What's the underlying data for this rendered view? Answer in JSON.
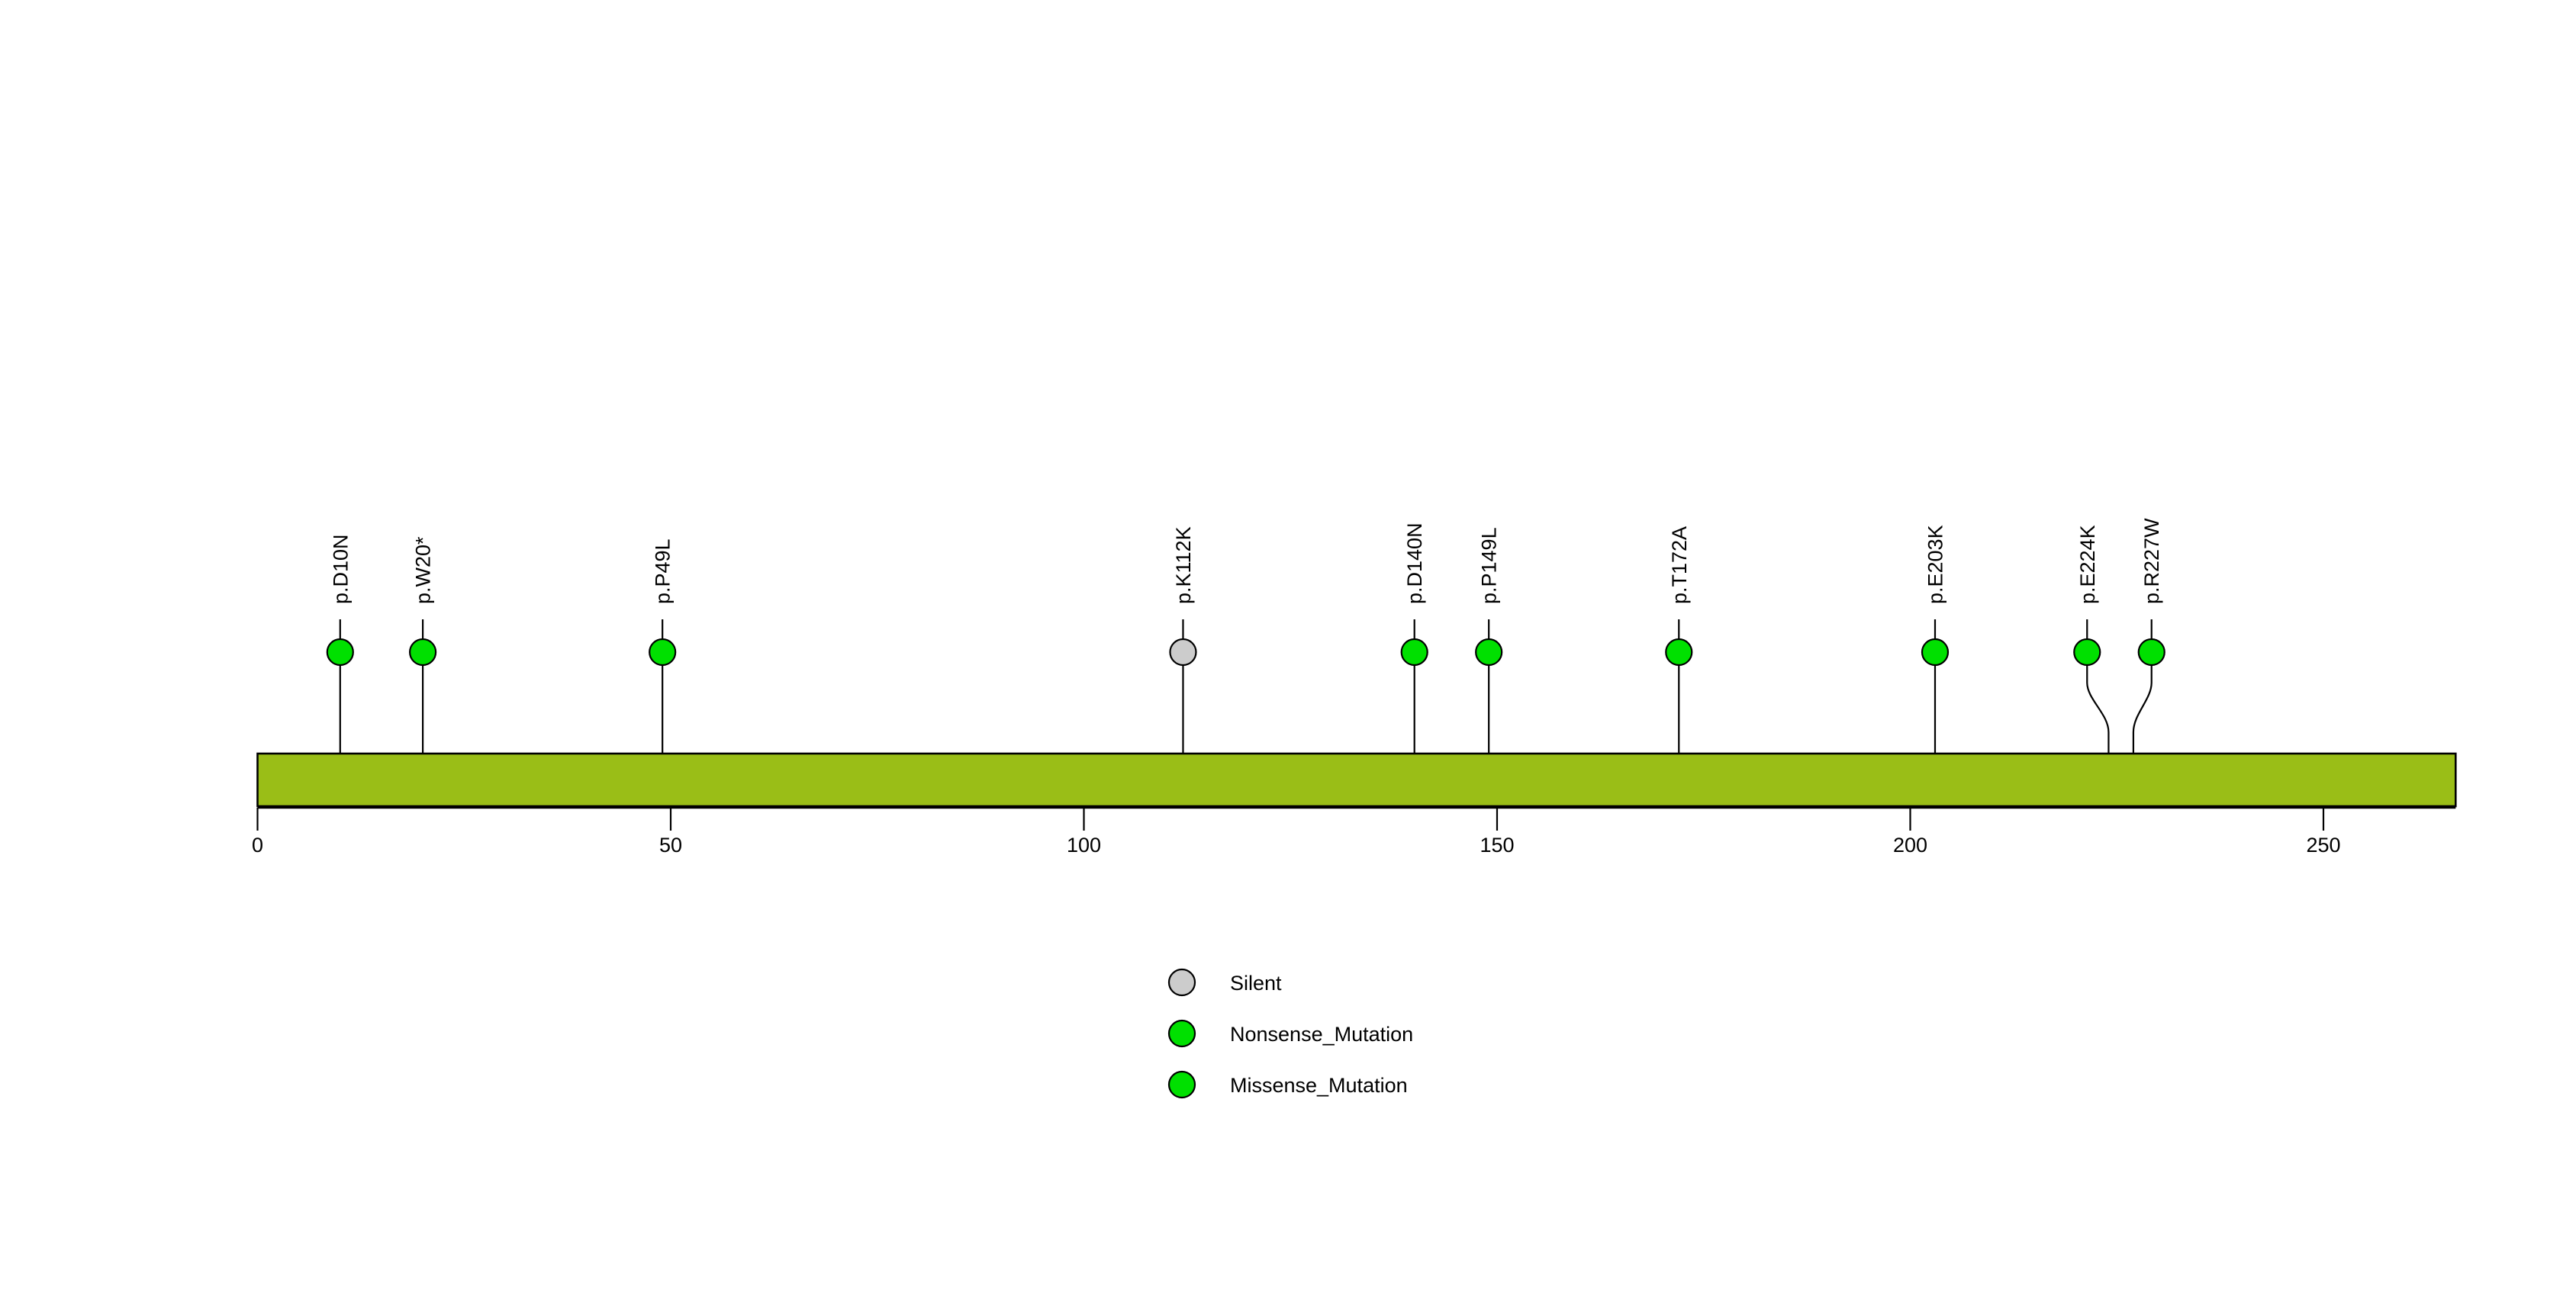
{
  "chart_data": {
    "type": "lollipop",
    "title": "",
    "xlabel": "",
    "ylabel": "",
    "xlim": [
      0,
      266
    ],
    "axis_ticks": [
      {
        "value": 0,
        "label": "0"
      },
      {
        "value": 50,
        "label": "50"
      },
      {
        "value": 100,
        "label": "100"
      },
      {
        "value": 150,
        "label": "150"
      },
      {
        "value": 200,
        "label": "200"
      },
      {
        "value": 250,
        "label": "250"
      }
    ],
    "protein": {
      "length": 266,
      "start": 0,
      "end": 266,
      "color": "#9ABE17",
      "border_color": "#000000"
    },
    "mutations": [
      {
        "label": "p.D10N",
        "position": 10,
        "count": 1,
        "type": "Missense_Mutation",
        "color": "#00E000",
        "dot_x": 10,
        "offset": 0
      },
      {
        "label": "p.W20*",
        "position": 20,
        "count": 1,
        "type": "Nonsense_Mutation",
        "color": "#00E000",
        "dot_x": 20,
        "offset": 0
      },
      {
        "label": "p.P49L",
        "position": 49,
        "count": 1,
        "type": "Missense_Mutation",
        "color": "#00E000",
        "dot_x": 49,
        "offset": 0
      },
      {
        "label": "p.K112K",
        "position": 112,
        "count": 1,
        "type": "Silent",
        "color": "#CCCCCC",
        "dot_x": 112,
        "offset": 0
      },
      {
        "label": "p.D140N",
        "position": 140,
        "count": 1,
        "type": "Missense_Mutation",
        "color": "#00E000",
        "dot_x": 140,
        "offset": 0
      },
      {
        "label": "p.P149L",
        "position": 149,
        "count": 1,
        "type": "Missense_Mutation",
        "color": "#00E000",
        "dot_x": 149,
        "offset": 0
      },
      {
        "label": "p.T172A",
        "position": 172,
        "count": 1,
        "type": "Missense_Mutation",
        "color": "#00E000",
        "dot_x": 172,
        "offset": 0
      },
      {
        "label": "p.E203K",
        "position": 203,
        "count": 1,
        "type": "Missense_Mutation",
        "color": "#00E000",
        "dot_x": 203,
        "offset": 0
      },
      {
        "label": "p.E224K",
        "position": 224,
        "count": 1,
        "type": "Missense_Mutation",
        "color": "#00E000",
        "dot_x": 221.4,
        "offset": -2.6
      },
      {
        "label": "p.R227W",
        "position": 227,
        "count": 1,
        "type": "Missense_Mutation",
        "color": "#00E000",
        "dot_x": 229.2,
        "offset": 2.2
      }
    ],
    "legend": {
      "position": "bottom-center",
      "items": [
        {
          "label": "Silent",
          "color": "#CCCCCC"
        },
        {
          "label": "Nonsense_Mutation",
          "color": "#00E000"
        },
        {
          "label": "Missense_Mutation",
          "color": "#00E000"
        }
      ]
    }
  },
  "colors": {
    "protein_bar": "#9ABE17",
    "silent": "#CCCCCC",
    "mutation_green": "#00E000",
    "outline": "#000000",
    "background": "#FFFFFF"
  }
}
